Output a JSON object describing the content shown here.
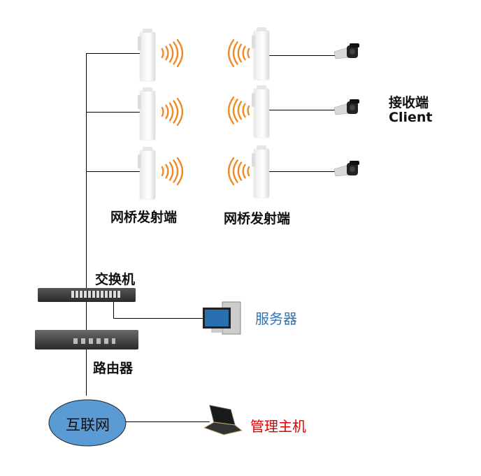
{
  "labels": {
    "bridge_tx_left": "网桥发射端",
    "bridge_tx_right": "网桥发射端",
    "receiver_cn": "接收端",
    "receiver_en": "Client",
    "switch": "交换机",
    "router": "路由器",
    "server": "服务器",
    "internet": "互联网",
    "admin_host": "管理主机"
  },
  "colors": {
    "signal": "#f08a24",
    "server_label": "#2e75b6",
    "admin_label": "#e00000",
    "internet_fill": "#5b9bd5"
  }
}
